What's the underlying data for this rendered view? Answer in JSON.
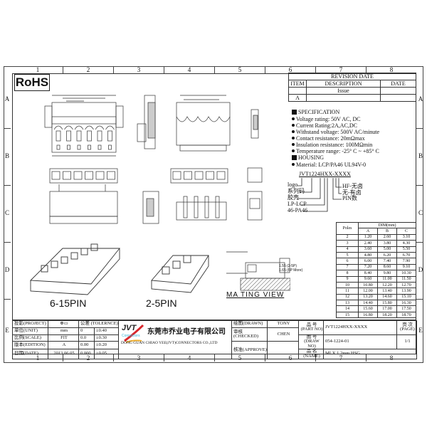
{
  "ruler": {
    "columns": [
      "1",
      "2",
      "3",
      "4",
      "5",
      "6",
      "7",
      "8"
    ],
    "rows": [
      "A",
      "B",
      "C",
      "D",
      "E"
    ]
  },
  "rohs": "RoHS",
  "revision": {
    "title": "REVISION DATE",
    "headers": [
      "ITEM",
      "DESCRIPTION",
      "DATE"
    ],
    "rows": [
      [
        "",
        "Issue",
        ""
      ],
      [
        "A",
        "",
        ""
      ]
    ]
  },
  "spec": {
    "heading": "SPECIFICATION",
    "items": [
      "Voltage rating: 50V AC, DC",
      "Current Rating:2A,AC,DC",
      "Withstand voltage: 500V AC/minute",
      "Contact resistance: 20mΩmax",
      "Insulation resistance: 100MΩmin",
      "Temperature range: -25° C ~ +85° C"
    ],
    "housing_heading": "HOUSING",
    "housing_items": [
      "Material: LCP/PA46 UL94V-0"
    ]
  },
  "part_code": {
    "code": "JVT1224HXX-XXXX",
    "left": [
      "logo",
      "系列码",
      "胶壳",
      "LP-LCP",
      "46-PA46"
    ],
    "right": [
      "HF-无卤",
      "无-有卤",
      "PIN数"
    ]
  },
  "drawings": {
    "label_a": "6-15PIN",
    "label_b": "2-5PIN",
    "mating_view": "MA TING VIEW",
    "mating_note1": "1.55 (2-5P)",
    "mating_note2": "1.65 (6P More)"
  },
  "dim_table": {
    "poles_header": "Poles",
    "dim_header": "DIM(mm)",
    "cols": [
      "A",
      "B",
      "C"
    ],
    "rows": [
      [
        "2",
        "1.20",
        "2.60",
        "3.10"
      ],
      [
        "3",
        "2.40",
        "3.80",
        "4.30"
      ],
      [
        "4",
        "3.60",
        "5.00",
        "5.50"
      ],
      [
        "5",
        "4.80",
        "6.20",
        "6.70"
      ],
      [
        "6",
        "6.00",
        "7.40",
        "7.90"
      ],
      [
        "7",
        "7.20",
        "8.60",
        "9.10"
      ],
      [
        "8",
        "8.40",
        "9.80",
        "10.30"
      ],
      [
        "9",
        "9.60",
        "11.00",
        "11.50"
      ],
      [
        "10",
        "10.80",
        "12.20",
        "12.70"
      ],
      [
        "11",
        "12.00",
        "13.40",
        "13.90"
      ],
      [
        "12",
        "13.20",
        "14.60",
        "15.10"
      ],
      [
        "13",
        "14.40",
        "15.80",
        "16.30"
      ],
      [
        "14",
        "15.60",
        "17.00",
        "17.50"
      ],
      [
        "15",
        "16.80",
        "18.20",
        "18.70"
      ]
    ]
  },
  "title_block": {
    "project_label": "投影(PROJECT)",
    "unit_label": "单位(UNIT)",
    "unit": "mm",
    "scale_label": "比例(SCALE)",
    "scale": "FIT",
    "edition_label": "版本(EDITION)",
    "edition": "A",
    "date_label": "日期(DATE)",
    "date": "2013 06 05",
    "tolerance_label": "公差 (TOLERNCE)",
    "tolerances": [
      [
        "0",
        "±0.40"
      ],
      [
        "0.0",
        "±0.30"
      ],
      [
        "0.00",
        "±0.20"
      ],
      [
        "0.000",
        "±0.05"
      ]
    ],
    "logo_text": "JVT",
    "logo_sub": "Connectors",
    "company_cn": "东莞市乔业电子有限公司",
    "company_en": "DONG GUAN CHIAO YEE(JVT)CONNECTORS CO.,LTD",
    "drawn_label": "绘图(DRAWN)",
    "drawn": "TONY",
    "checked_label": "审核(CHECKED)",
    "checked": "CHEN",
    "approve_label": "核准(APPROVE)",
    "approve": "",
    "part_no_label": "品 号 (PART NO)",
    "part_no": "JVT1224HXX-XXXX",
    "draw_no_label": "图 号 (DRAW NO)",
    "draw_no": "054-1224-01",
    "name_label": "品 名 (NAME)",
    "name": "MLX 1.2mm HSG",
    "page_label": "页 次 (PAGE)",
    "page": "1/1"
  },
  "colors": {
    "logo_red": "#d8262b",
    "logo_yellow": "#f2b233",
    "logo_cyan": "#38b4d8"
  }
}
